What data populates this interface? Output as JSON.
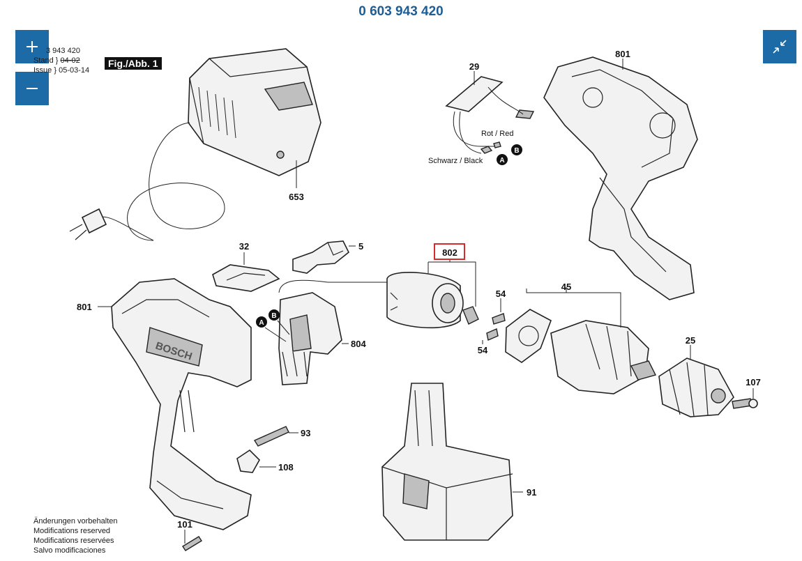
{
  "title": "0 603 943 420",
  "controls": {
    "zoom_in_icon": "plus-icon",
    "zoom_out_icon": "minus-icon",
    "fullscreen_icon": "collapse-arrows-icon",
    "accent_color": "#1c6aa6"
  },
  "meta": {
    "part_number": "3 943 420",
    "stand_label": "Stand",
    "stand_value": "04-02",
    "issue_label": "Issue",
    "issue_value": "05-03-14"
  },
  "figure_label": "Fig./Abb. 1",
  "brand_text": "BOSCH",
  "wires": {
    "red": "Rot / Red",
    "black": "Schwarz / Black",
    "marker_a": "A",
    "marker_b": "B"
  },
  "callouts": {
    "p653": "653",
    "p29": "29",
    "p801_top": "801",
    "p32": "32",
    "p5": "5",
    "p802": "802",
    "p54_a": "54",
    "p45": "45",
    "p801_left": "801",
    "p804": "804",
    "p54_b": "54",
    "p25": "25",
    "p107": "107",
    "p93": "93",
    "p108": "108",
    "p91": "91",
    "p101": "101"
  },
  "highlighted_part": "802",
  "footer": [
    "Änderungen vorbehalten",
    "Modifications reserved",
    "Modifications reservées",
    "Salvo modificaciones"
  ]
}
